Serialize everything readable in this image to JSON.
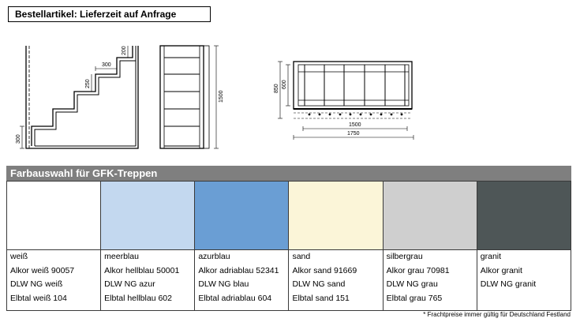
{
  "header": {
    "title": "Bestellartikel: Lieferzeit auf Anfrage"
  },
  "drawing": {
    "dim_300_top": "300",
    "dim_200": "200",
    "dim_250": "250",
    "dim_300_bottom": "300",
    "dim_1500_side": "1500",
    "dim_850": "850",
    "dim_600": "600",
    "dim_1500_plan": "1500",
    "dim_1750": "1750"
  },
  "section": {
    "title": "Farbauswahl für GFK-Treppen"
  },
  "colors": [
    {
      "name": "weiß",
      "hex": "#ffffff",
      "variants": [
        "Alkor weiß 90057",
        "DLW NG weiß",
        "Elbtal weiß 104"
      ]
    },
    {
      "name": "meerblau",
      "hex": "#c3d8ef",
      "variants": [
        "Alkor hellblau 50001",
        "DLW NG azur",
        "Elbtal hellblau 602"
      ]
    },
    {
      "name": "azurblau",
      "hex": "#6a9ed4",
      "variants": [
        "Alkor adriablau 52341",
        "DLW NG blau",
        "Elbtal adriablau 604"
      ]
    },
    {
      "name": "sand",
      "hex": "#fbf5d8",
      "variants": [
        "Alkor sand 91669",
        "DLW NG sand",
        "Elbtal sand 151"
      ]
    },
    {
      "name": "silbergrau",
      "hex": "#cfcfcf",
      "variants": [
        "Alkor grau 70981",
        "DLW NG grau",
        "Elbtal grau 765"
      ]
    },
    {
      "name": "granit",
      "hex": "#4e5657",
      "variants": [
        "Alkor granit",
        "DLW NG granit",
        ""
      ]
    }
  ],
  "footnote": "* Frachtpreise immer gültig für Deutschland Festland"
}
